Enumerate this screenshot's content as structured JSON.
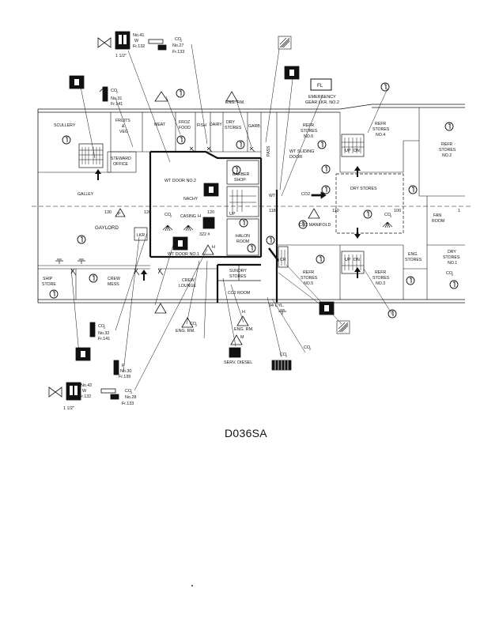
{
  "drawing_code": "D036SA",
  "rooms": {
    "scullery": "SCULLERY",
    "fruits": [
      "FRUITS",
      "&",
      "VEG"
    ],
    "meat": "MEAT",
    "froz": [
      "FROZ",
      "FOOD"
    ],
    "fish": "FISH",
    "dairy": "DAIRY",
    "dry_stores": [
      "DRY",
      "STORES"
    ],
    "garb": "GARB",
    "steward": [
      "STEWARD",
      "OFFICE"
    ],
    "galley": "GALLEY",
    "gaylord": "GAYLORD",
    "nachy": "NACHY",
    "casing": "CASING",
    "barber": [
      "BARBER",
      "SHOP"
    ],
    "halon": [
      "HALON",
      "ROOM"
    ],
    "sundry": [
      "SUNDRY",
      "STORES"
    ],
    "co2room": "CO2 ROOM",
    "refr6": [
      "REFR",
      "STORES",
      "NO.6"
    ],
    "refr4": [
      "REFR",
      "STORES",
      "NO.4"
    ],
    "refr2": [
      "REFR",
      "STORES",
      "NO.2"
    ],
    "dry_stores_main": "DRY STORES",
    "fan_room": [
      "FAN",
      "ROOM"
    ],
    "refr5": [
      "REFR",
      "STORES",
      "NO.5"
    ],
    "refr3": [
      "REFR",
      "STORES",
      "NO.3"
    ],
    "eng_stores": [
      "ENG.",
      "STORES"
    ],
    "dry_no1": [
      "DRY",
      "STORES",
      "NO.1"
    ],
    "ship_store": [
      "SHIP",
      "STORE"
    ],
    "crew_mess": [
      "CREW",
      "MESS"
    ],
    "crew_lounge": [
      "CREW",
      "LOUNGE"
    ],
    "lkr": "LKR",
    "pass": "PASS",
    "wt": "WT",
    "cr": "CR"
  },
  "tags": {
    "wt_door2": "WT DOOR NO.2",
    "wt_door1": "WT DOOR NO.1",
    "wt_sliding": [
      "WT SLIDING",
      "DOOR"
    ],
    "co2_manifold": "CO2 MANIFOLD",
    "co2_small": "CO2",
    "fl": "FL",
    "emergency": [
      "EMERGENCY",
      "GEAR LKR. NO.2"
    ],
    "eng_rm_top": "ENG. RM.",
    "eng_rm_a": "ENG. RM.",
    "eng_rm_b": "ENG. RM.",
    "serv_diesel": "SERV. DIESEL",
    "cyl94": "94 CYL.",
    "weight": "322 #",
    "up": "UP",
    "dn": "DN",
    "h": "H",
    "p": "P",
    "m": "M",
    "co2": "CO",
    "co2_sub": "2"
  },
  "frames": {
    "f130": "130",
    "f126": "126",
    "f120": "120",
    "f118": "118",
    "f110": "110",
    "f100": "100",
    "f1": "1"
  },
  "callouts": {
    "no41": [
      "No.41",
      "W",
      "Fr.132"
    ],
    "no41_size": "1 1/2\"",
    "no27": [
      "No.27",
      "Fr.133"
    ],
    "no31": [
      "No.31",
      "Fr.141"
    ],
    "no32": [
      "No.32",
      "Fr.141"
    ],
    "no30": [
      "P",
      "No.30",
      "Fr.139"
    ],
    "no42": [
      "No.42",
      "W",
      "Fr.132"
    ],
    "no42_size": "1 1/2\"",
    "no28": [
      "No.28",
      "Fr.133"
    ]
  }
}
